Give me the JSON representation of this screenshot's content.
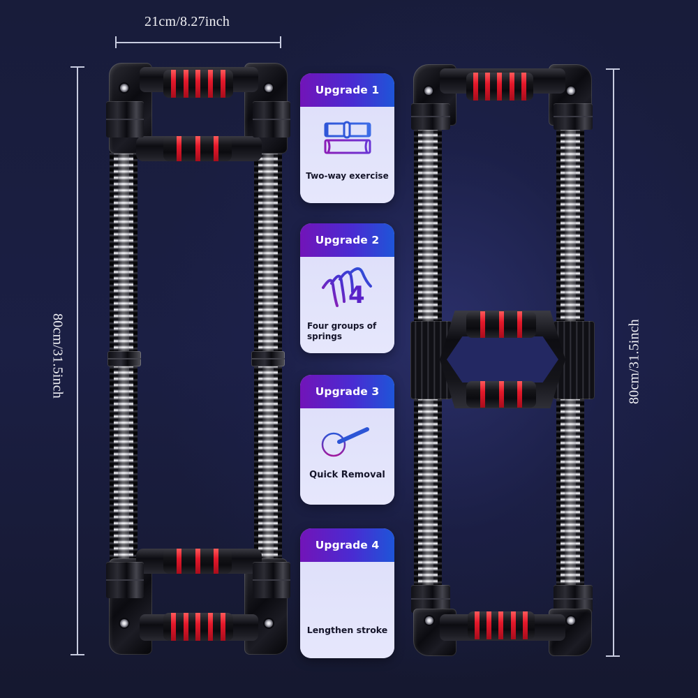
{
  "dimensions": {
    "width_label": "21cm/8.27inch",
    "left_height_label": "80cm/31.5inch",
    "right_height_label": "80cm/31.5inch"
  },
  "products": [
    {
      "name": "arm-exerciser-two-handle-configuration",
      "grip_color": "#e3182a",
      "frame_color": "#0b0b10"
    },
    {
      "name": "arm-exerciser-center-handle-configuration",
      "grip_color": "#e3182a",
      "frame_color": "#0b0b10"
    }
  ],
  "upgrades": [
    {
      "title": "Upgrade 1",
      "icon": "two-bars-icon",
      "text": "Two-way exercise"
    },
    {
      "title": "Upgrade 2",
      "icon": "spring-four-icon",
      "icon_text": "4",
      "text": "Four groups of springs"
    },
    {
      "title": "Upgrade 3",
      "icon": "pin-ring-icon",
      "text": "Quick Removal"
    },
    {
      "title": "Upgrade 4",
      "icon": "ruler-ticks-icon",
      "text": "Lengthen stroke"
    }
  ],
  "colors": {
    "background": "#1b1f44",
    "card_header_start": "#7214b8",
    "card_header_end": "#1e55d8",
    "card_body": "#e2e3fb",
    "accent_red": "#e3182a",
    "dimension_line": "#c8cce0"
  }
}
